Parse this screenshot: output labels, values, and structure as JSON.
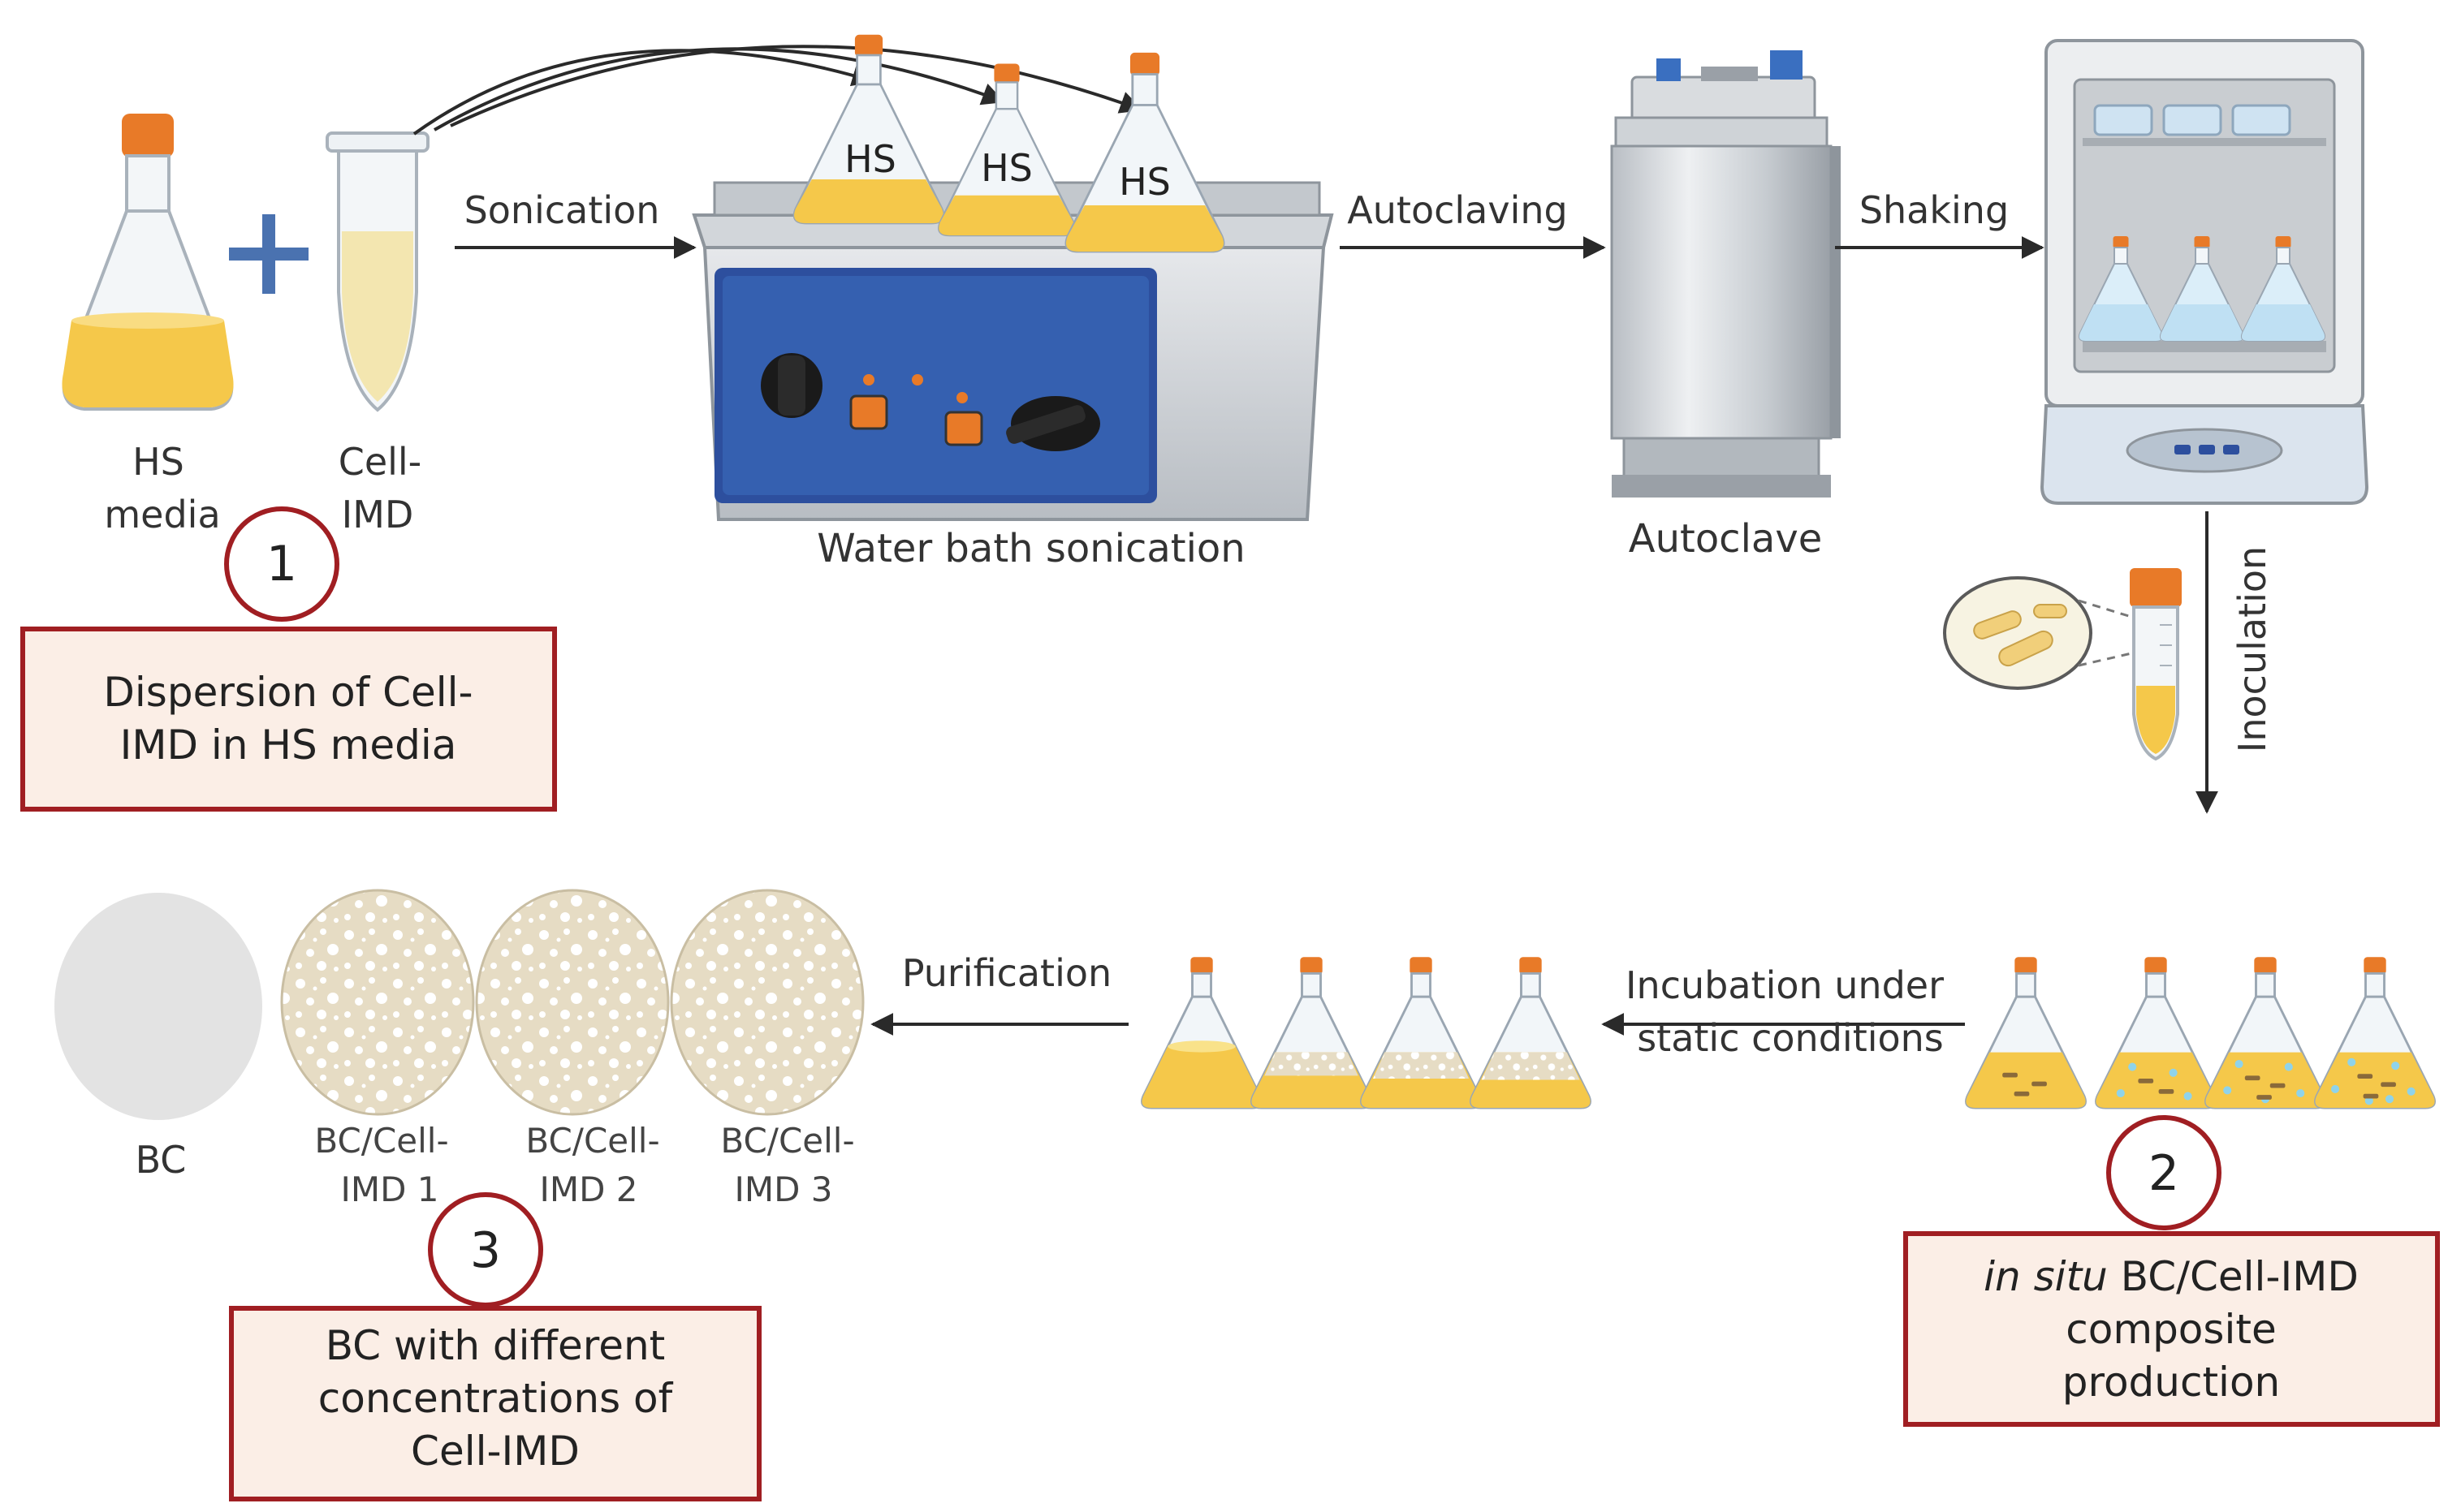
{
  "steps": {
    "step1": {
      "number": "1",
      "lines": [
        "Dispersion of Cell-",
        "IMD in HS media"
      ]
    },
    "step2": {
      "number": "2",
      "line1_italic": "in situ",
      "line1_rest": " BC/Cell-IMD",
      "line2": "composite",
      "line3": "production"
    },
    "step3": {
      "number": "3",
      "lines": [
        "BC with different",
        "concentrations of",
        "Cell-IMD"
      ]
    }
  },
  "items": {
    "hs_media": [
      "HS",
      "media"
    ],
    "cell_imd": [
      "Cell-",
      "IMD"
    ],
    "flask_label": "HS",
    "water_bath": "Water bath sonication",
    "autoclave": "Autoclave",
    "bc": "BC",
    "bc_cell_imd_1": [
      "BC/Cell-",
      "IMD 1"
    ],
    "bc_cell_imd_2": [
      "BC/Cell-",
      "IMD 2"
    ],
    "bc_cell_imd_3": [
      "BC/Cell-",
      "IMD 3"
    ]
  },
  "arrows": {
    "sonication": "Sonication",
    "autoclaving": "Autoclaving",
    "shaking": "Shaking",
    "inoculation": "Inoculation",
    "incubation": [
      "Incubation under",
      "static conditions"
    ],
    "purification": "Purification"
  },
  "colors": {
    "step_box_border": "#a01e22",
    "step_box_fill": "#fbeee6",
    "cap_orange": "#e87a28",
    "liquid_yellow": "#f5c84a",
    "plus_blue": "#4a72b0",
    "bath_blue": "#2d4f9e",
    "membrane": "#e6dcc4",
    "bc_gray": "#e3e3e3",
    "arrow": "#2a2a2a"
  }
}
